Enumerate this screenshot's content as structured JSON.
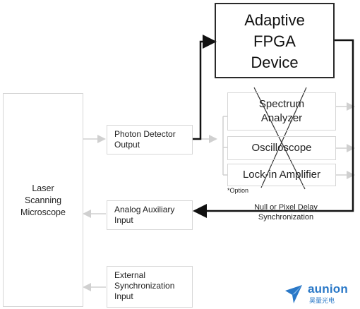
{
  "diagram": {
    "microscope": {
      "label": "Laser\nScanning\nMicroscope"
    },
    "photon_detector": {
      "label": "Photon Detector\nOutput"
    },
    "analog_aux": {
      "label": "Analog Auxiliary\nInput"
    },
    "ext_sync": {
      "label": "External\nSynchronization\nInput"
    },
    "fpga": {
      "label": "Adaptive\nFPGA\nDevice"
    },
    "spectrum": {
      "label": "Spectrum\nAnalyzer"
    },
    "oscilloscope": {
      "label": "Oscilloscope"
    },
    "lockin": {
      "label": "Lock-in Amplifier"
    },
    "option_note": "*Option",
    "sync_note": "Null or Pixel Delay\nSynchronization"
  },
  "logo": {
    "name": "aunion",
    "subtitle": "昊量光电"
  },
  "colors": {
    "grey_line": "#d0d0d0",
    "dark_line": "#111111",
    "logo_blue": "#2a78c7"
  }
}
